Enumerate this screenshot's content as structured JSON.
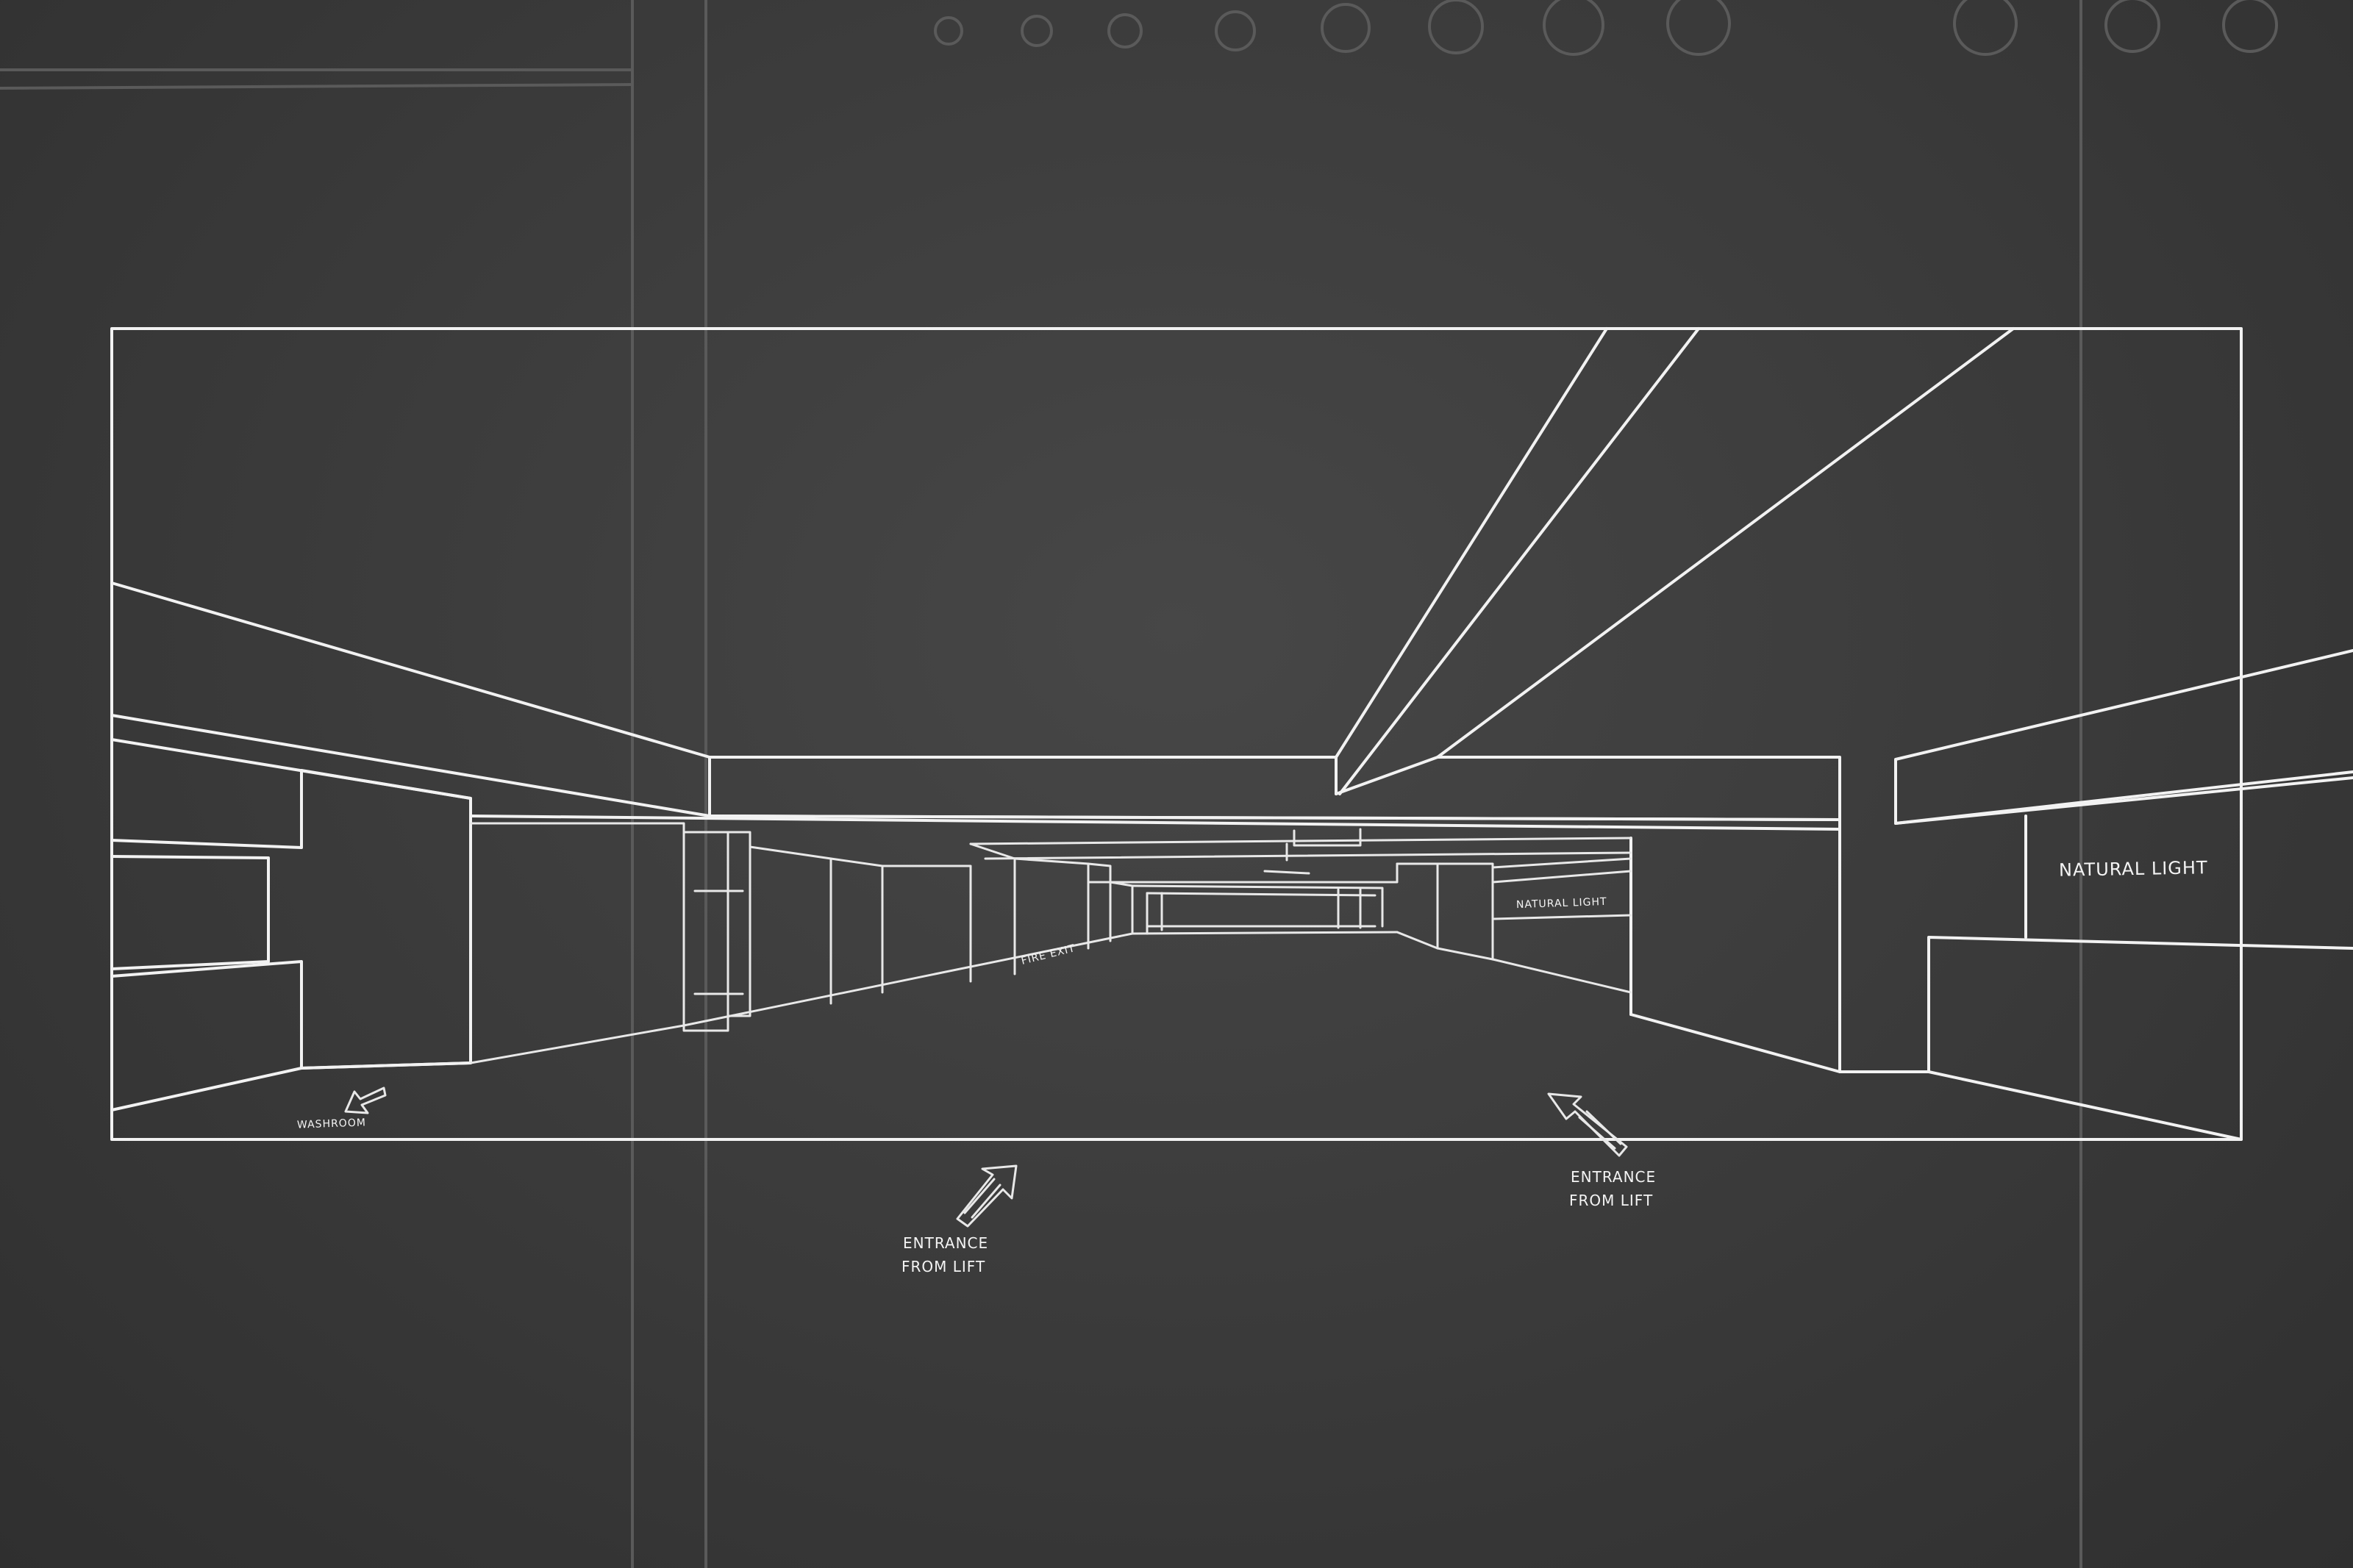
{
  "labels": {
    "washroom": "WASHROOM",
    "natural_light_right": "NATURAL LIGHT",
    "natural_light_center": "NATURAL LIGHT",
    "fire_exit": "FIRE EXIT",
    "entrance_left_line1": "ENTRANCE",
    "entrance_left_line2": "FROM LIFT",
    "entrance_right_line1": "ENTRANCE",
    "entrance_right_line2": "FROM LIFT"
  },
  "colors": {
    "chalkboard": "#3c3c3c",
    "chalk": "#f2f2f2"
  },
  "icons": {
    "arrows": [
      "washroom-arrow-icon",
      "entrance-arrow-icon"
    ]
  }
}
